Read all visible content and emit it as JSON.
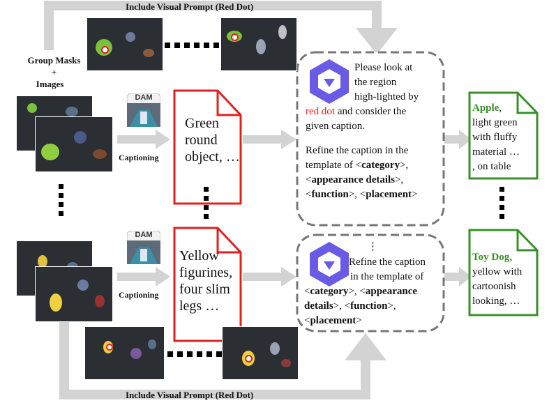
{
  "top_loop_label": "Include Visual Prompt (Red Dot)",
  "bottom_loop_label": "Include Visual Prompt (Red Dot)",
  "input_label_line1": "Group Masks",
  "input_label_line2": "+",
  "input_label_line3": "Images",
  "captioning_label": "Captioning",
  "dam_badge": "DAM",
  "top_caption": [
    "Green",
    "round",
    "object, …"
  ],
  "bottom_caption": [
    "Yellow",
    "figurines,",
    "four slim",
    "legs …"
  ],
  "top_prompt": {
    "line1": "Please look at",
    "line2": "the region",
    "line3": "high-lighted by",
    "red_part": "red dot",
    "line4_rest": " and consider the",
    "line5": "given caption.",
    "refine1": "Refine the caption in the",
    "refine2_pre": "template of <",
    "cat": "category",
    "refine2_post": ">,",
    "l3_pre": "<",
    "app": "appearance details",
    "l3_post": ">,",
    "l4_pre": "<",
    "func": "function",
    "l4_mid": ">, <",
    "place": "placement",
    "l4_post": ">"
  },
  "bottom_prompt": {
    "ellipsis": "⋮",
    "line1": "Refine the caption",
    "line2": "in the template of",
    "l3_pre": "<",
    "cat": "category",
    "l3_mid": ">, <",
    "app1": "appearance",
    "app2": "details",
    "l4_mid": ">, <",
    "func": "function",
    "l4_post": ">,",
    "l5_pre": "<",
    "place": "placement",
    "l5_post": ">"
  },
  "top_output": {
    "category": "Apple",
    "rest1": ",",
    "line2": "light green",
    "line3": "with fluffy",
    "line4": "material …",
    "line5": ", on table"
  },
  "bottom_output": {
    "category": "Toy Dog,",
    "line2": "yellow with",
    "line3": "cartoonish",
    "line4": "looking, …"
  },
  "colors": {
    "loop_arrow": "#d0d0d0",
    "caption_border": "#e02020",
    "output_border": "#3a8f2a",
    "prompt_border": "#777777",
    "qwen_logo": "#6a5be6"
  }
}
